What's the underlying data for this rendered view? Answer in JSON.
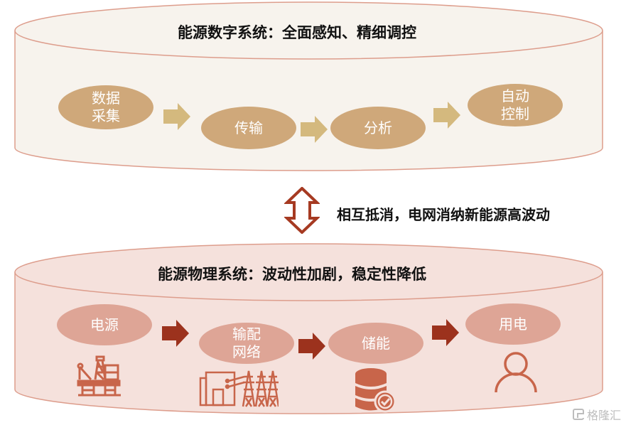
{
  "digital_system": {
    "title": "能源数字系统：全面感知、精细调控",
    "steps": [
      {
        "line1": "数据",
        "line2": "采集"
      },
      {
        "line1": "传输",
        "line2": ""
      },
      {
        "line1": "分析",
        "line2": ""
      },
      {
        "line1": "自动",
        "line2": "控制"
      }
    ],
    "fill_color": "#f7f3ed",
    "node_color": "#cfa87a",
    "arrow_color": "#d4b97e"
  },
  "interaction": {
    "label": "相互抵消，电网消纳新能源高波动",
    "icon": "double-arrow-vertical-icon",
    "color": "#a63a22"
  },
  "physical_system": {
    "title": "能源物理系统：波动性加剧，稳定性降低",
    "steps": [
      {
        "line1": "电源",
        "line2": "",
        "icon": "oil-platform-icon"
      },
      {
        "line1": "输配",
        "line2": "网络",
        "icon": "power-grid-icon"
      },
      {
        "line1": "储能",
        "line2": "",
        "icon": "database-check-icon"
      },
      {
        "line1": "用电",
        "line2": "",
        "icon": "user-icon"
      }
    ],
    "fill_color": "#f5e1dc",
    "node_color": "#dea596",
    "arrow_color": "#9c321d",
    "icon_color": "#c8654a"
  },
  "outline_color": "#dd9d8c",
  "watermark": "格隆汇"
}
